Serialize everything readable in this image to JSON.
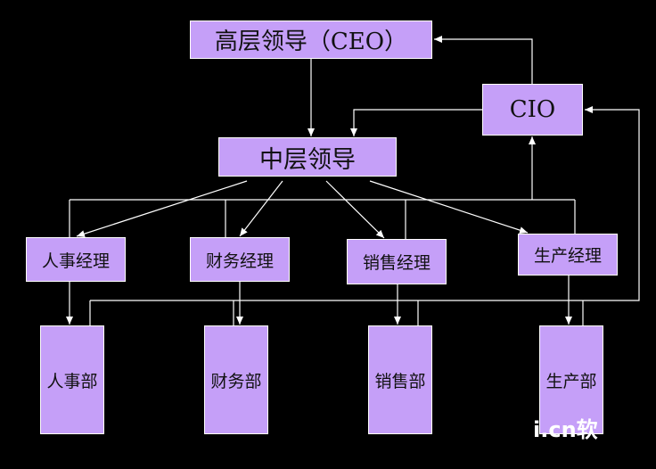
{
  "diagram": {
    "top_leader": "高层领导（CEO）",
    "cio": "CIO",
    "middle_leader": "中层领导",
    "managers": [
      "人事经理",
      "财务经理",
      "销售经理",
      "生产经理"
    ],
    "departments": [
      "人事部",
      "财务部",
      "销售部",
      "生产部"
    ]
  },
  "watermark": "i.cn软",
  "colors": {
    "box_fill": "#c59ff8",
    "box_border": "#ffffff",
    "line": "#ffffff",
    "background": "#000000",
    "text": "#111111"
  }
}
